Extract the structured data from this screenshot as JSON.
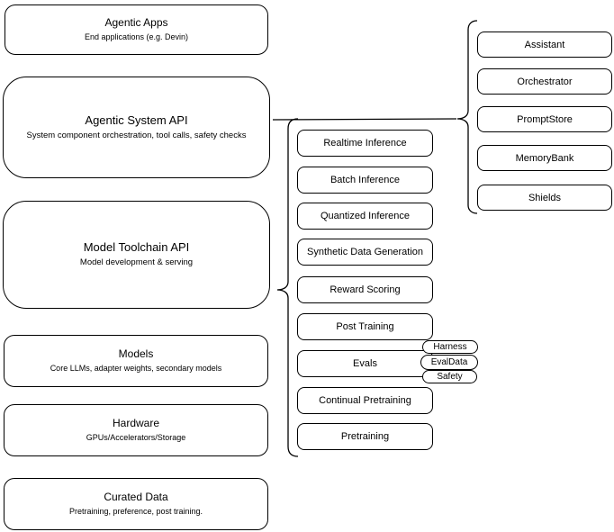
{
  "stack": {
    "boxes": [
      {
        "title": "Agentic Apps",
        "subtitle": "End applications (e.g. Devin)"
      },
      {
        "title": "Agentic System API",
        "subtitle": "System component orchestration, tool calls, safety checks"
      },
      {
        "title": "Model Toolchain API",
        "subtitle": "Model development & serving"
      },
      {
        "title": "Models",
        "subtitle": "Core LLMs, adapter weights, secondary models"
      },
      {
        "title": "Hardware",
        "subtitle": "GPUs/Accelerators/Storage"
      },
      {
        "title": "Curated Data",
        "subtitle": "Pretraining, preference, post training."
      }
    ]
  },
  "toolchain": {
    "items": [
      "Realtime Inference",
      "Batch Inference",
      "Quantized Inference",
      "Synthetic Data Generation",
      "Reward Scoring",
      "Post Training",
      "Evals",
      "Continual Pretraining",
      "Pretraining"
    ],
    "evals_tags": [
      "Harness",
      "EvalData",
      "Safety"
    ]
  },
  "system_components": {
    "items": [
      "Assistant",
      "Orchestrator",
      "PromptStore",
      "MemoryBank",
      "Shields"
    ]
  },
  "colors": {
    "stroke": "#000000",
    "fill": "#ffffff",
    "text": "#000000"
  }
}
